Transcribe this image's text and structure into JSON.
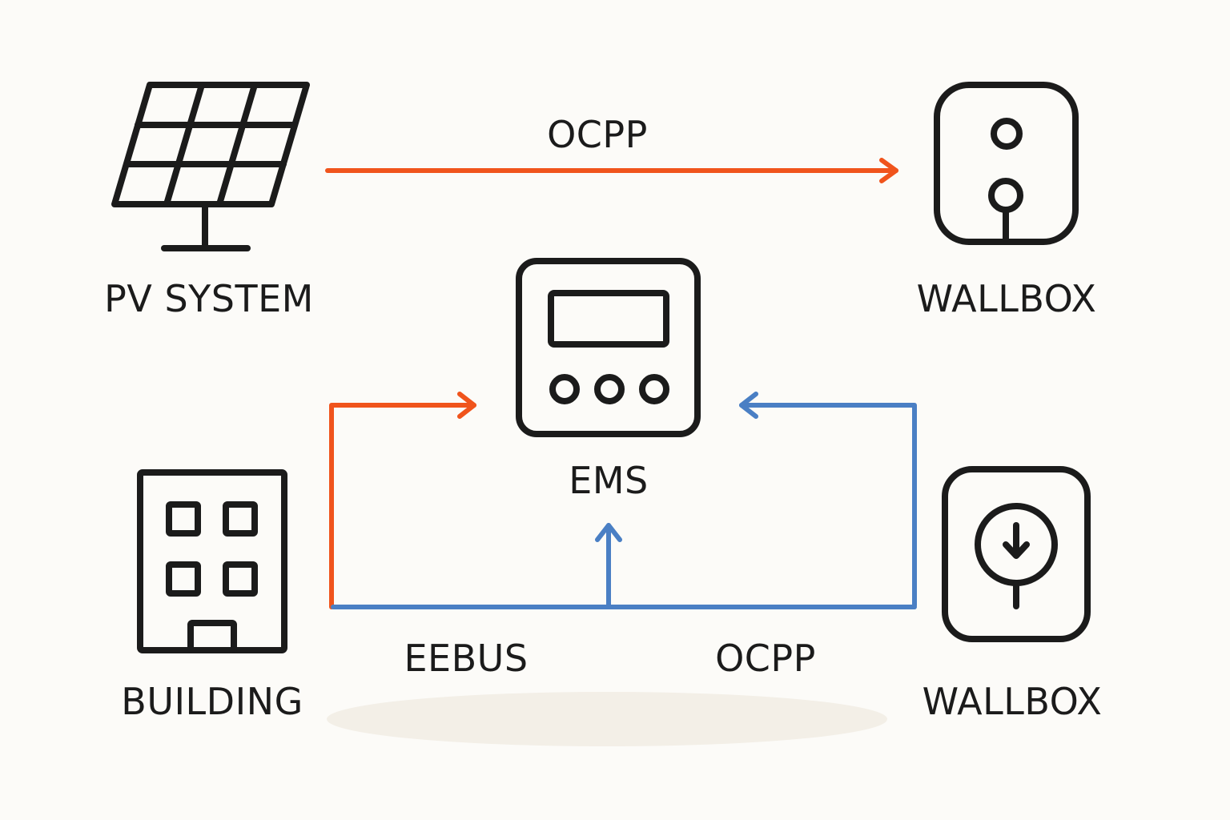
{
  "colors": {
    "background": "#fcfbf8",
    "ink": "#1b1b1b",
    "orange": "#f0541c",
    "blue": "#4a7fc4",
    "shadow": "#f3efe7"
  },
  "nodes": {
    "pv_system": {
      "label": "PV SYSTEM",
      "icon": "solar-panel-icon"
    },
    "wallbox_top": {
      "label": "WALLBOX",
      "icon": "wallbox-icon"
    },
    "ems": {
      "label": "EMS",
      "icon": "energy-manager-icon"
    },
    "building": {
      "label": "BUILDING",
      "icon": "building-icon"
    },
    "wallbox_bottom": {
      "label": "WALLBOX",
      "icon": "wallbox-download-icon"
    }
  },
  "connections": {
    "pv_to_wallbox": {
      "label": "OCPP",
      "color": "orange",
      "direction": "right"
    },
    "building_to_ems": {
      "color": "orange",
      "direction": "right"
    },
    "bus_to_ems": {
      "color": "blue",
      "direction": "up"
    },
    "wallbox_to_ems": {
      "color": "blue",
      "direction": "left"
    },
    "eebus": {
      "label": "EEBUS"
    },
    "ocpp_bottom": {
      "label": "OCPP"
    }
  }
}
